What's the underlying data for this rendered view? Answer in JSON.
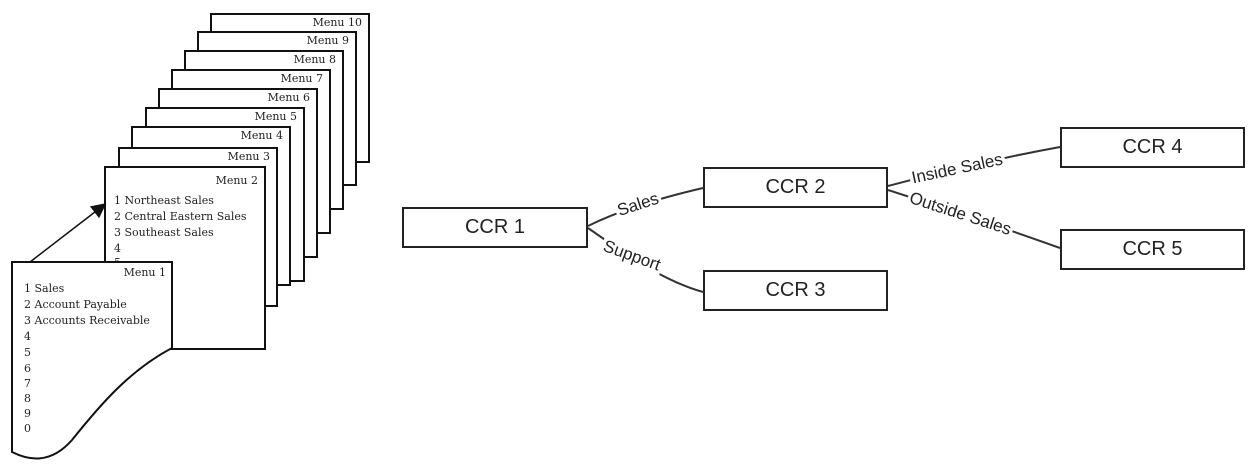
{
  "menu_stack": {
    "back_pages": [
      "Menu 10",
      "Menu 9",
      "Menu 8",
      "Menu 7",
      "Menu 6",
      "Menu 5",
      "Menu 4",
      "Menu 3"
    ],
    "menu2": {
      "title": "Menu 2",
      "items": [
        "1 Northeast Sales",
        "2 Central Eastern Sales",
        "3 Southeast Sales",
        "4",
        "5"
      ]
    },
    "menu1": {
      "title": "Menu 1",
      "items": [
        "1 Sales",
        "2 Account Payable",
        "3 Accounts Receivable",
        "4",
        "5",
        "6",
        "7",
        "8",
        "9",
        "0"
      ]
    }
  },
  "tree": {
    "nodes": {
      "ccr1": "CCR 1",
      "ccr2": "CCR 2",
      "ccr3": "CCR 3",
      "ccr4": "CCR 4",
      "ccr5": "CCR 5"
    },
    "edges": {
      "sales": "Sales",
      "support": "Support",
      "inside_sales": "Inside Sales",
      "outside_sales": "Outside Sales"
    }
  }
}
